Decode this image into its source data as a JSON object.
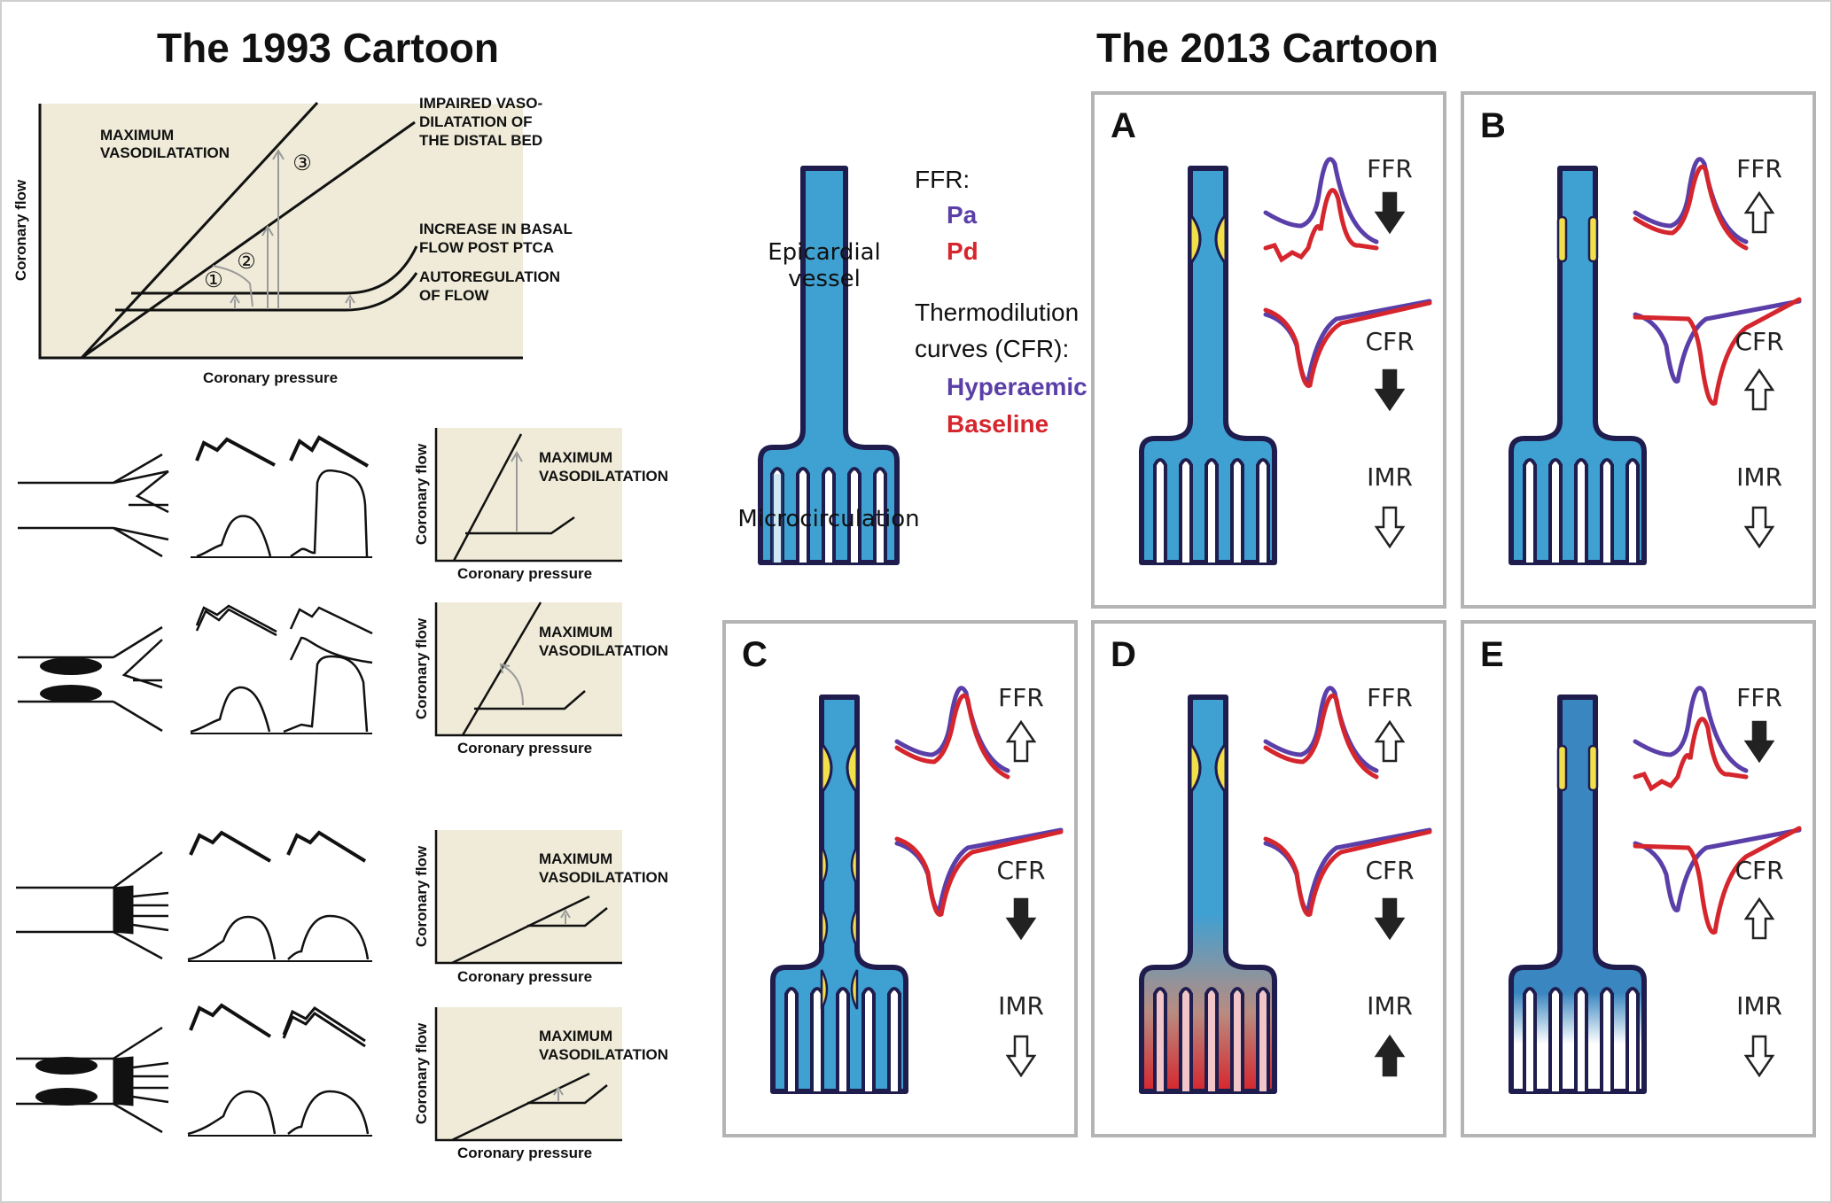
{
  "titles": {
    "left": "The 1993 Cartoon",
    "right": "The 2013 Cartoon"
  },
  "colors": {
    "vessel": "#3fa0d2",
    "outline": "#1f1c4e",
    "beige": "#efebd8",
    "purple": "#5b3fa8",
    "red": "#d6262d",
    "yellow": "#f1e04a",
    "panelBorder": "#b4b4b4"
  },
  "main_chart": {
    "ylabel": "Coronary flow",
    "xlabel": "Coronary pressure",
    "label_max": [
      "MAXIMUM",
      "VASODILATATION"
    ],
    "label_impaired": [
      "IMPAIRED VASO-",
      "DILATATION OF",
      "THE DISTAL BED"
    ],
    "label_increase": [
      "INCREASE IN BASAL",
      "FLOW POST PTCA"
    ],
    "label_auto": [
      "AUTOREGULATION",
      "OF FLOW"
    ],
    "markers": [
      "①",
      "②",
      "③"
    ]
  },
  "small_charts": {
    "ylabel": "Coronary flow",
    "xlabel": "Coronary pressure",
    "label": [
      "MAXIMUM",
      "VASODILATATION"
    ]
  },
  "legend": {
    "ffr_heading": "FFR:",
    "pa": "Pa",
    "pd": "Pd",
    "thermo": [
      "Thermodilution",
      "curves (CFR):"
    ],
    "hyper": "Hyperaemic",
    "baseline": "Baseline",
    "epicardial": [
      "Epicardial",
      "vessel"
    ],
    "micro": "Microcirculation"
  },
  "panels": [
    {
      "letter": "A",
      "ffr": "FFR",
      "cfr": "CFR",
      "imr": "IMR",
      "ffr_arrow": "down-solid",
      "cfr_arrow": "down-solid",
      "imr_arrow": "down-open"
    },
    {
      "letter": "B",
      "ffr": "FFR",
      "cfr": "CFR",
      "imr": "IMR",
      "ffr_arrow": "up-open",
      "cfr_arrow": "up-open",
      "imr_arrow": "down-open"
    },
    {
      "letter": "C",
      "ffr": "FFR",
      "cfr": "CFR",
      "imr": "IMR",
      "ffr_arrow": "up-open",
      "cfr_arrow": "down-solid",
      "imr_arrow": "down-open"
    },
    {
      "letter": "D",
      "ffr": "FFR",
      "cfr": "CFR",
      "imr": "IMR",
      "ffr_arrow": "up-open",
      "cfr_arrow": "down-solid",
      "imr_arrow": "up-solid"
    },
    {
      "letter": "E",
      "ffr": "FFR",
      "cfr": "CFR",
      "imr": "IMR",
      "ffr_arrow": "down-solid",
      "cfr_arrow": "up-open",
      "imr_arrow": "down-open"
    }
  ]
}
